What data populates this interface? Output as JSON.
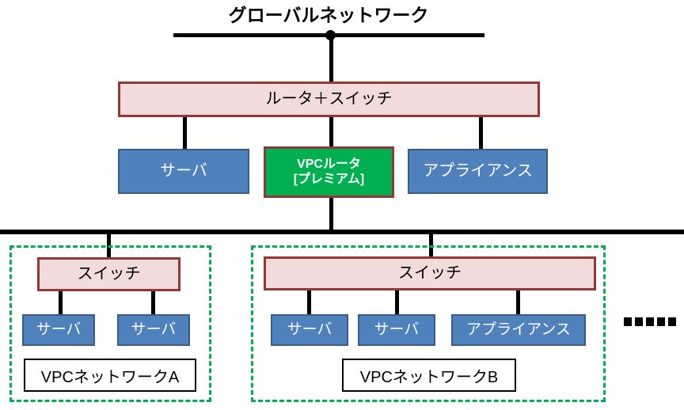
{
  "title": "グローバルネットワーク",
  "top": {
    "router_switch_label": "ルータ＋スイッチ",
    "server_label": "サーバ",
    "vpc_router_label_line1": "VPCルータ",
    "vpc_router_label_line2": "[プレミアム]",
    "appliance_label": "アプライアンス"
  },
  "vpc_a": {
    "switch_label": "スイッチ",
    "nodes": [
      "サーバ",
      "サーバ"
    ],
    "caption": "VPCネットワークA"
  },
  "vpc_b": {
    "switch_label": "スイッチ",
    "nodes": [
      "サーバ",
      "サーバ",
      "アプライアンス"
    ],
    "caption": "VPCネットワークB"
  },
  "ellipsis": {
    "dot_count": 5
  },
  "colors": {
    "pink_fill": "#F2DCDB",
    "dark_red_border": "#953735",
    "blue_fill": "#4F81BD",
    "blue_border": "#385D8A",
    "green_fill": "#00B050",
    "line": "#000000"
  }
}
